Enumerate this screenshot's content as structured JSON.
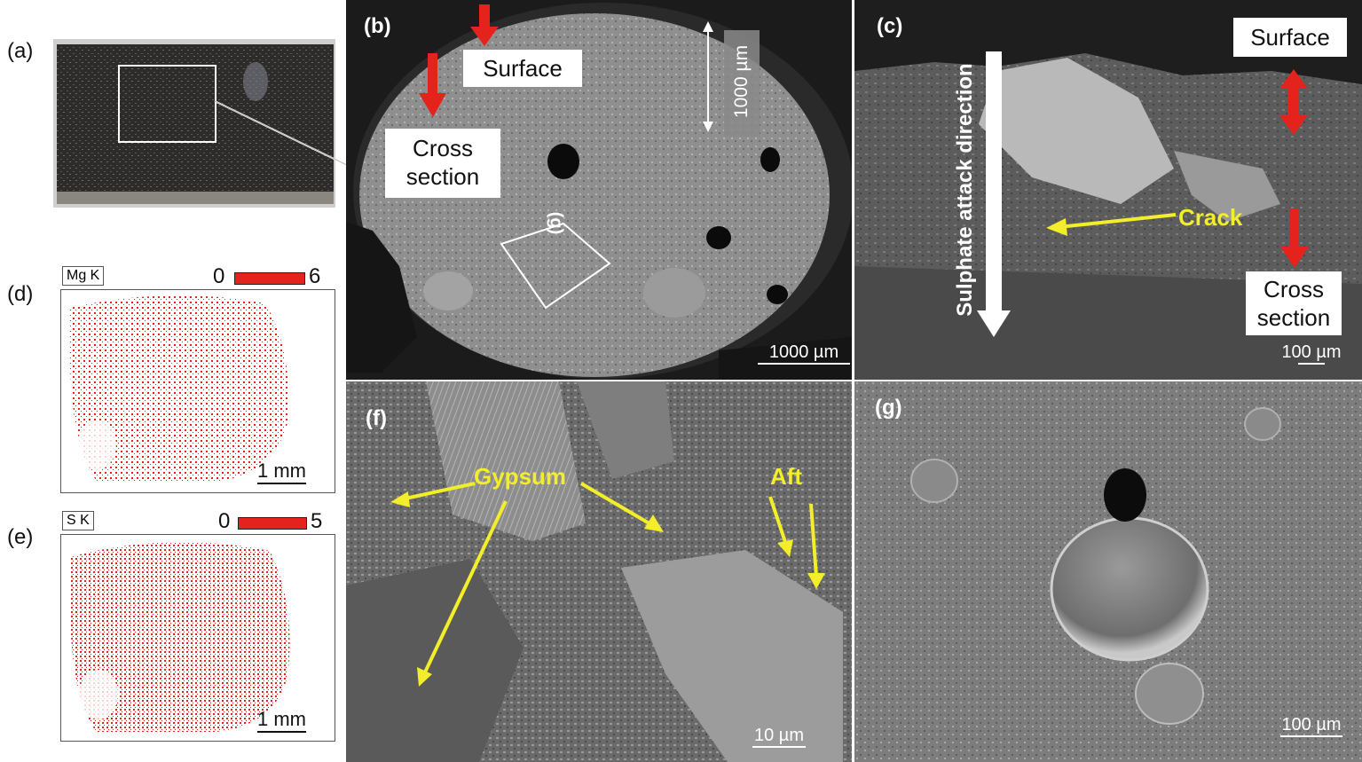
{
  "panels": {
    "a": {
      "label": "(a)"
    },
    "b": {
      "label": "(b)",
      "surface": "Surface",
      "cross_line1": "Cross",
      "cross_line2": "section",
      "inset_label": "(g)",
      "depth_scale": "1000 µm",
      "scale": "1000 µm"
    },
    "c": {
      "label": "(c)",
      "direction": "Sulphate attack direction",
      "crack": "Crack",
      "surface": "Surface",
      "cross_line1": "Cross",
      "cross_line2": "section",
      "scale": "100 µm"
    },
    "d": {
      "label": "(d)",
      "tag": "Mg K",
      "min": "0",
      "max": "6",
      "scale": "1 mm"
    },
    "e": {
      "label": "(e)",
      "tag": "S K",
      "min": "0",
      "max": "5",
      "scale": "1 mm"
    },
    "f": {
      "label": "(f)",
      "gypsum": "Gypsum",
      "aft": "Aft",
      "scale": "10 µm"
    },
    "g": {
      "label": "(g)",
      "scale": "100 µm"
    }
  },
  "colors": {
    "arrow_red": "#e3231c",
    "annotation_yellow": "#f2ee2a",
    "map_dot": "#e3231c"
  }
}
